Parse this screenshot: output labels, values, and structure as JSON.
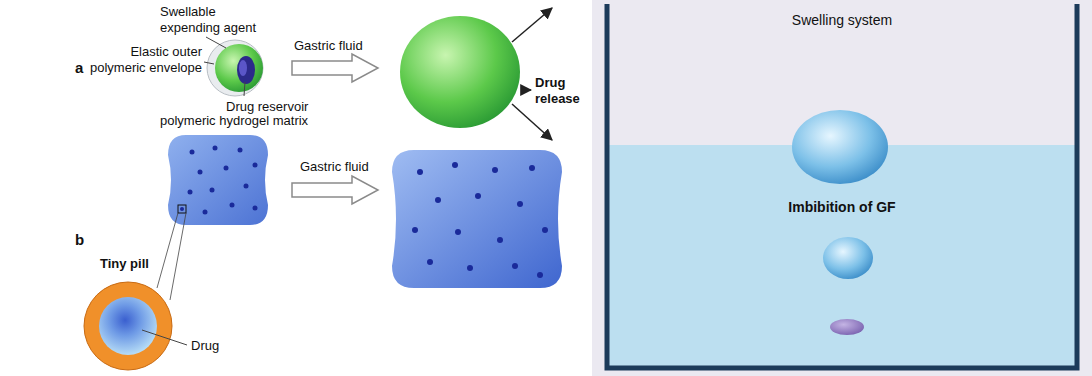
{
  "diagram": {
    "nodes": [
      {
        "text": [
          "Swelling system",
          "Imbibition of GF"
        ]
      }
    ],
    "labels": [
      "a",
      "Swellable expending agent",
      "Elastic outer polymeric envelope",
      "Drug reservoir",
      "Gastric fluid",
      "Drug release",
      "b",
      "polymeric hydrogel matrix",
      "Tiny pill",
      "Drug",
      "Gastric fluid"
    ]
  }
}
